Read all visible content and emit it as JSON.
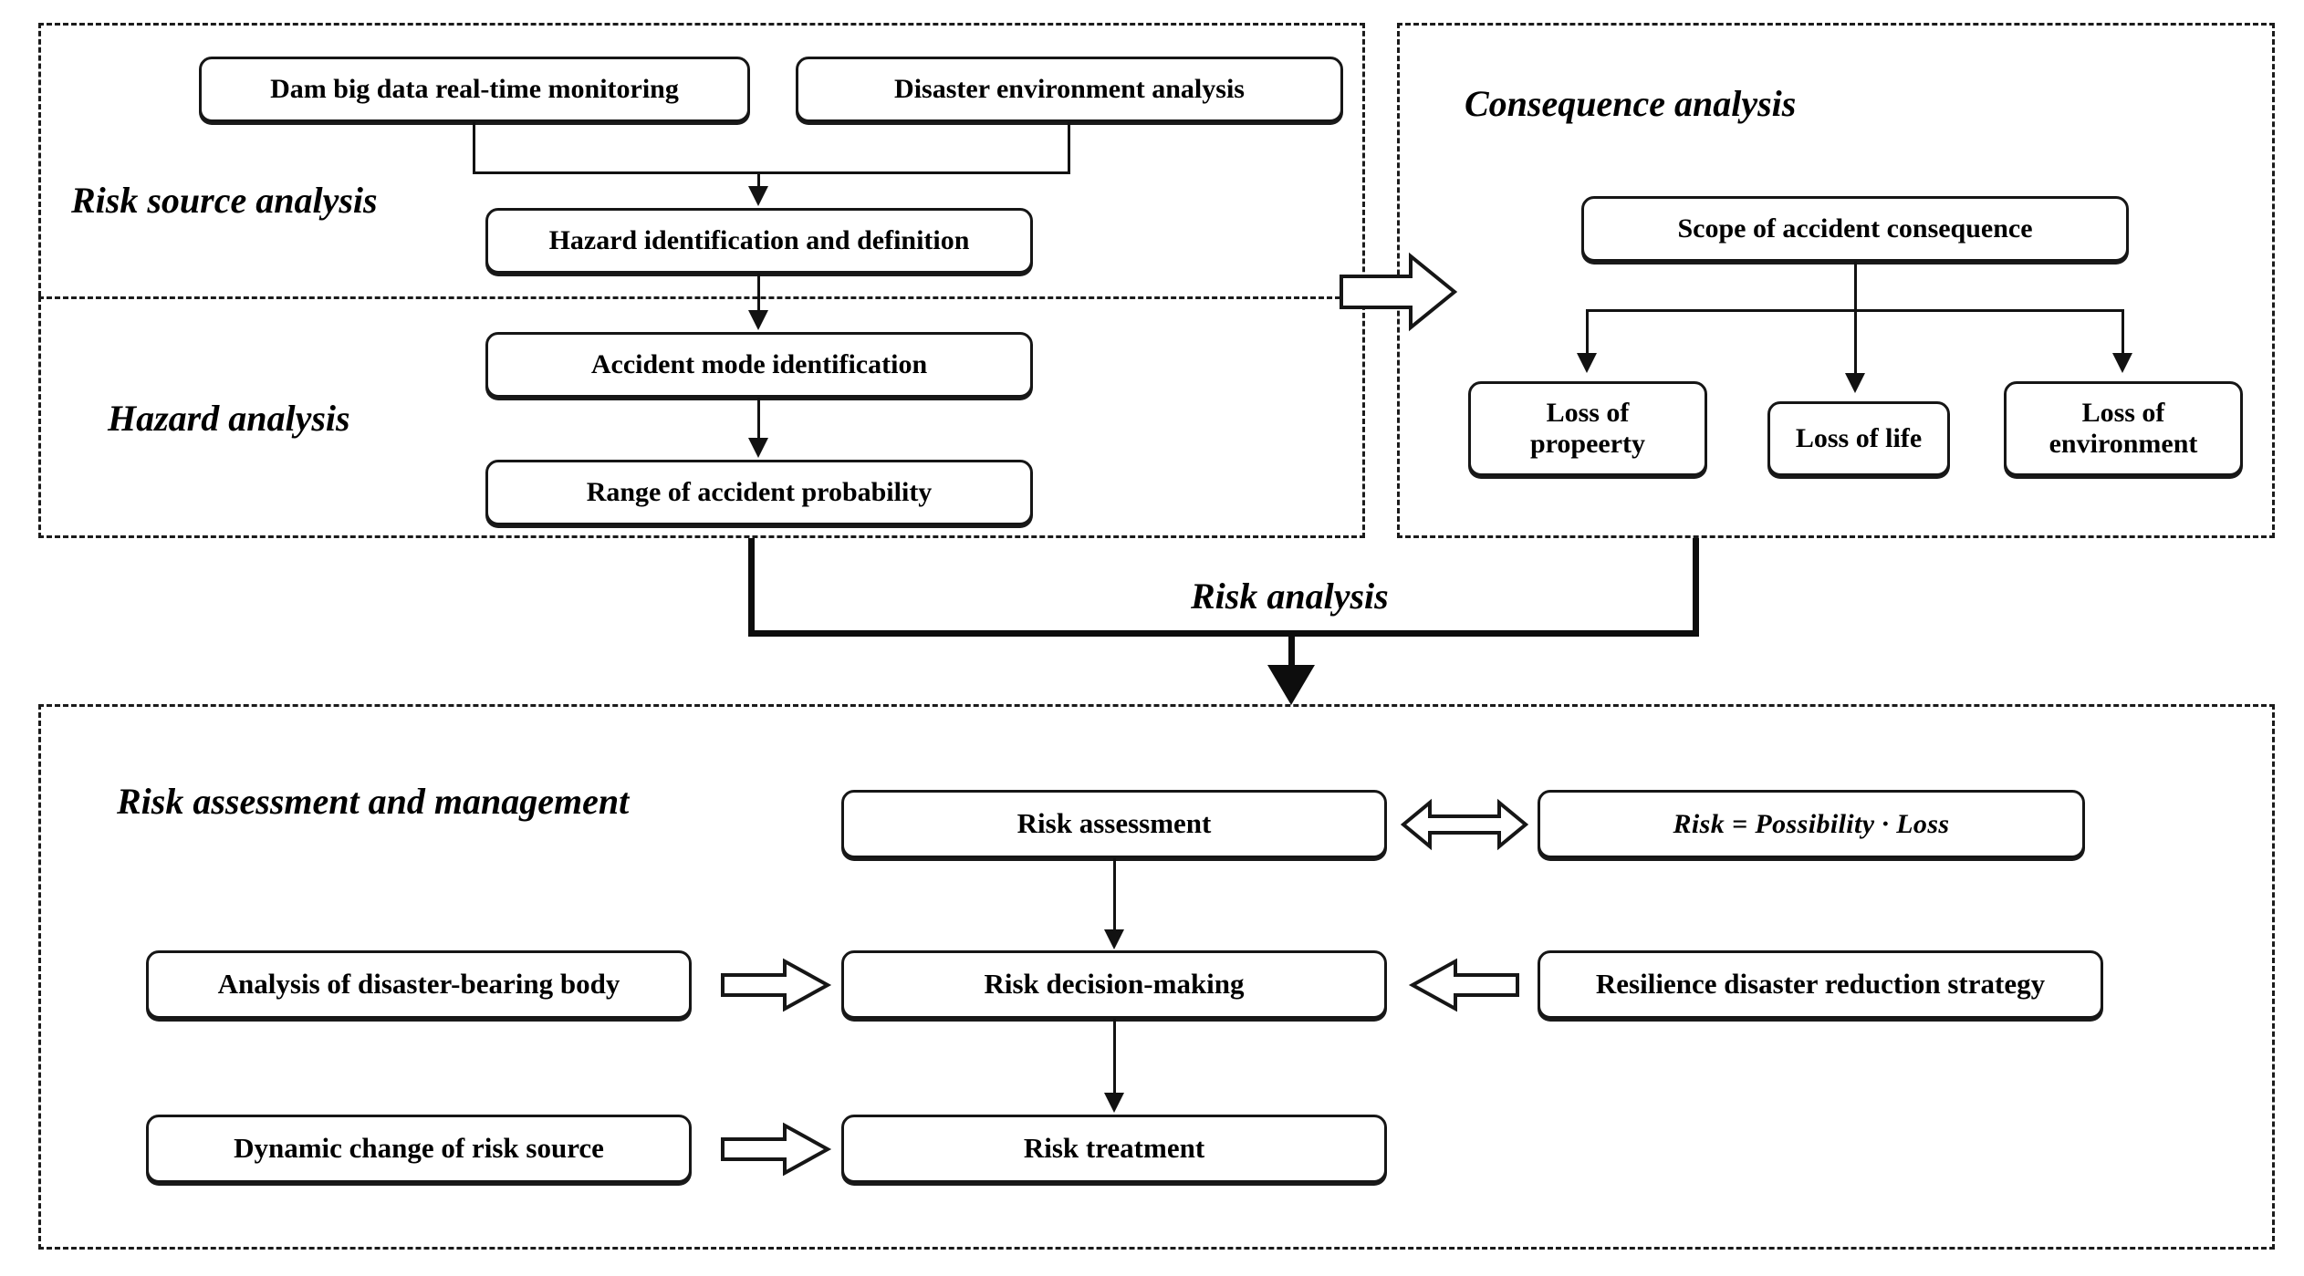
{
  "figure": {
    "title": "Dam risk analysis, assessment and management framework flowchart",
    "line_color": "#121212",
    "box_border_color": "#161616",
    "panel_border_color": "#1b1b1b",
    "background": "#ffffff"
  },
  "panels": {
    "risk_source": {
      "caption": "Risk source analysis"
    },
    "hazard": {
      "caption": "Hazard analysis"
    },
    "consequence": {
      "caption": "Consequence analysis"
    },
    "risk_analysis": {
      "caption": "Risk analysis"
    },
    "risk_assessment_management": {
      "caption": "Risk assessment and management"
    }
  },
  "nodes": {
    "dam_monitoring": "Dam big data real-time monitoring",
    "disaster_env": "Disaster environment analysis",
    "hazard_id": "Hazard identification and definition",
    "accident_mode": "Accident mode identification",
    "accident_prob": "Range of accident probability",
    "scope": "Scope of accident consequence",
    "loss_property_line1": "Loss of",
    "loss_property_line2": "propeerty",
    "loss_life": "Loss of life",
    "loss_env_line1": "Loss of",
    "loss_env_line2": "environment",
    "risk_assessment": "Risk assessment",
    "risk_formula": "Risk = Possibility · Loss",
    "disaster_bearing": "Analysis of disaster-bearing body",
    "risk_decision": "Risk decision-making",
    "resilience_strategy": "Resilience disaster reduction strategy",
    "dynamic_change": "Dynamic change of risk source",
    "risk_treatment": "Risk treatment"
  },
  "connectors": {
    "hollow_arrow_to_consequence": "right-block-arrow",
    "hollow_arrow_bearing_to_decision": "right-block-arrow",
    "hollow_arrow_resilience_to_decision": "left-block-arrow",
    "hollow_arrow_dynamic_to_treatment": "right-block-arrow",
    "hollow_arrow_assessment_formula": "double-block-arrow",
    "thick_arrow_to_management": "down-thick-arrow"
  }
}
